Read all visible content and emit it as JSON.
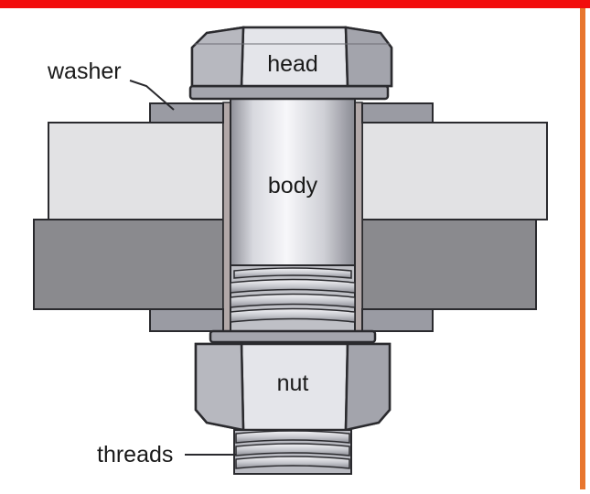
{
  "labels": {
    "head": "head",
    "body": "body",
    "nut": "nut",
    "washer": "washer",
    "threads": "threads"
  },
  "colors": {
    "top_border": "#f20d0d",
    "right_border": "#e8762e",
    "plate_light": "#e2e2e4",
    "plate_dark": "#8a8a8e",
    "washer": "#9a9ba3",
    "metal_light": "#e6e7ec",
    "metal_mid": "#c4c5cc",
    "metal_dark": "#9c9da5",
    "outline": "#2a2a2e"
  },
  "icons": {
    "head": "hex-head",
    "nut": "hex-nut",
    "threads": "screw-thread"
  }
}
